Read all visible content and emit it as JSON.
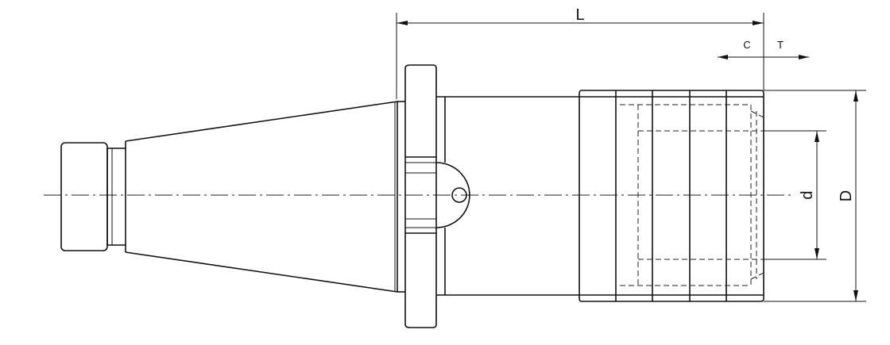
{
  "dimensions": {
    "L": "L",
    "C": "C",
    "T": "T",
    "d": "d",
    "D": "D"
  },
  "colors": {
    "line": "#111111",
    "background": "#ffffff"
  }
}
